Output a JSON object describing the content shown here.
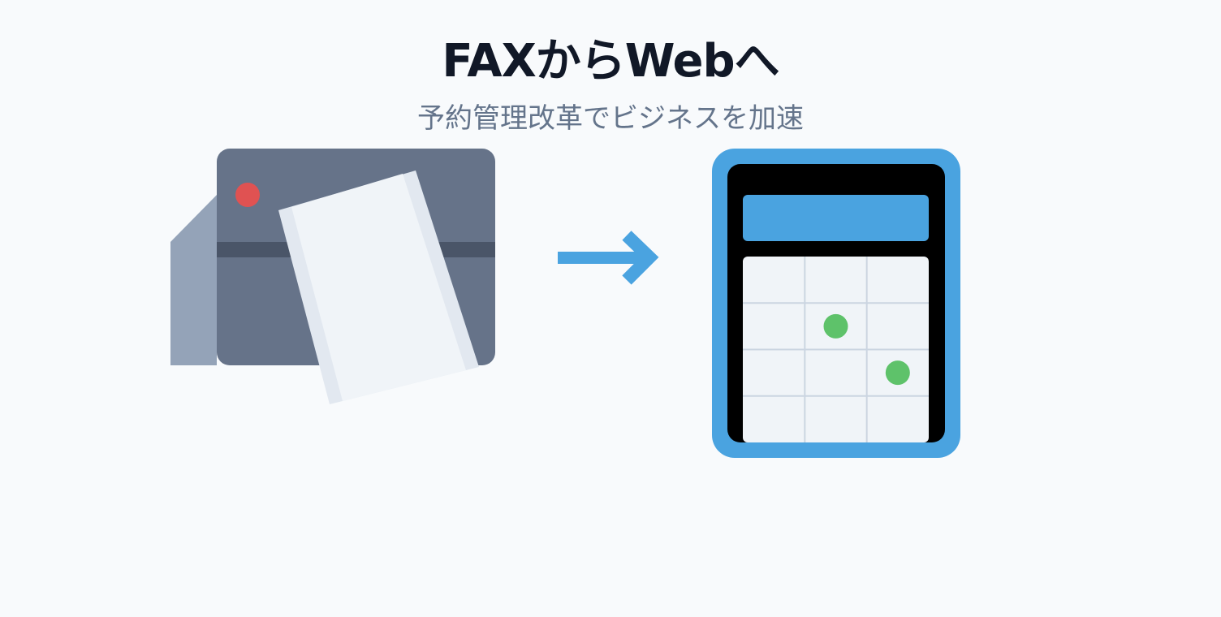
{
  "header": {
    "title": "FAXからWebへ",
    "subtitle": "予約管理改革でビジネスを加速"
  },
  "colors": {
    "fax_body": "#667389",
    "fax_slot": "#4a5568",
    "fax_wing": "#94a3b8",
    "fax_led": "#e05252",
    "paper": "#f0f4f8",
    "paper_edge": "#e2e8f0",
    "accent_blue": "#4aa3e0",
    "calendar_frame": "#000000",
    "calendar_cell": "#f0f4f8",
    "grid_line": "#cbd5e1",
    "booking_dot": "#5ec26a"
  },
  "calendar": {
    "rows": 4,
    "cols": 3,
    "booked_cells": [
      [
        1,
        1
      ],
      [
        2,
        2
      ]
    ]
  }
}
